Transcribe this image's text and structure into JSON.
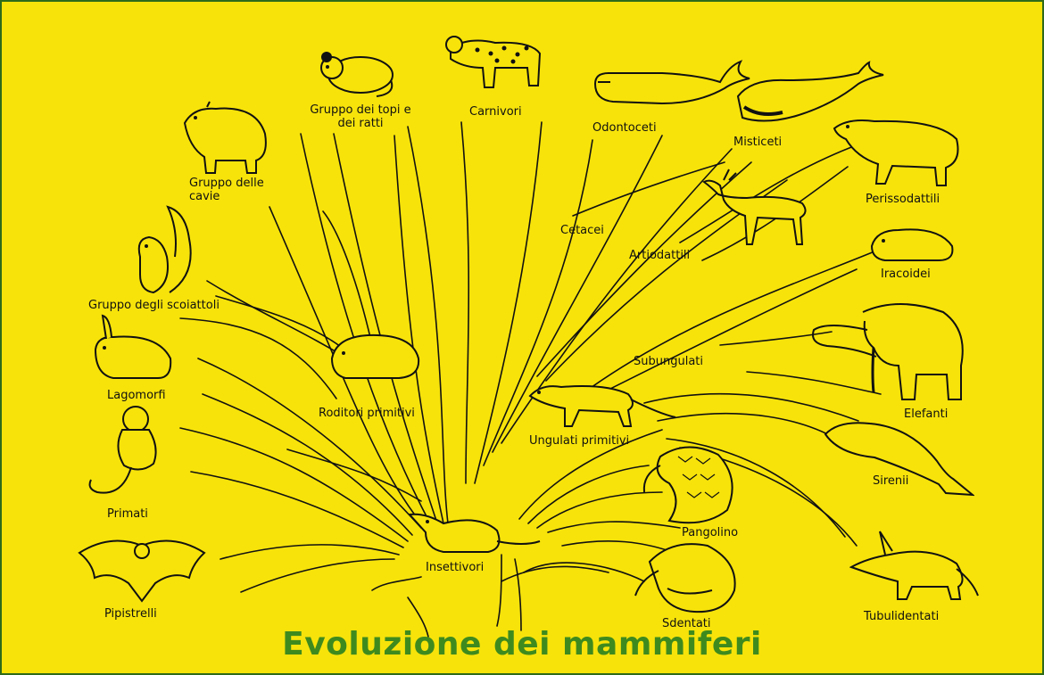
{
  "title": "Evoluzione dei mammiferi",
  "colors": {
    "background": "#f7e30a",
    "title": "#3e8a1e",
    "border": "#2e6b1a",
    "ink": "#111111"
  },
  "labels": {
    "gruppo_topi": "Gruppo dei topi e\ndei ratti",
    "carnivori": "Carnivori",
    "odontoceti": "Odontoceti",
    "misticeti": "Misticeti",
    "gruppo_cavie": "Gruppo delle\ncavie",
    "perissodattili": "Perissodattili",
    "cetacei": "Cetacei",
    "artiodattili": "Artiodattili",
    "iracoidei": "Iracoidei",
    "gruppo_scoiattoli": "Gruppo degli scoiattoli",
    "subungulati": "Subungulati",
    "lagomorfi": "Lagomorfi",
    "roditori_primitivi": "Roditori primitivi",
    "elefanti": "Elefanti",
    "ungulati_primitivi": "Ungulati primitivi",
    "sirenii": "Sirenii",
    "primati": "Primati",
    "pangolino": "Pangolino",
    "insettivori": "Insettivori",
    "pipistrelli": "Pipistrelli",
    "sdentati": "Sdentati",
    "tubulidentati": "Tubulidentati"
  }
}
